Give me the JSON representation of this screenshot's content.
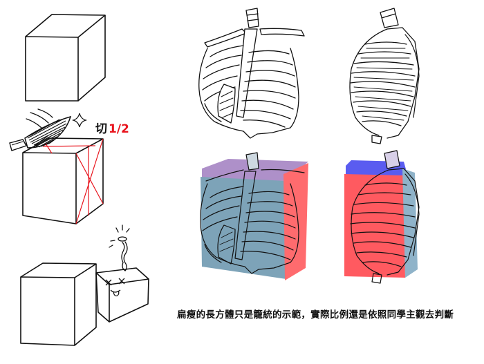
{
  "cut_label": {
    "char": "切",
    "fraction": "1/2",
    "fraction_color": "#e8141d"
  },
  "caption": "扁瘦的長方體只是籠統的示範，實際比例還是依照同學主觀去判斷",
  "colors": {
    "ink": "#111111",
    "cut_line": "#e8141d",
    "front_fill": "#7da3b8",
    "side_fill": "#ff6b6e",
    "top_fill": "#a07cc0",
    "right_top_fill": "#5a5cf0",
    "right_body_fill": "#ff5a60",
    "right_side_fill": "#8fb3c9"
  }
}
